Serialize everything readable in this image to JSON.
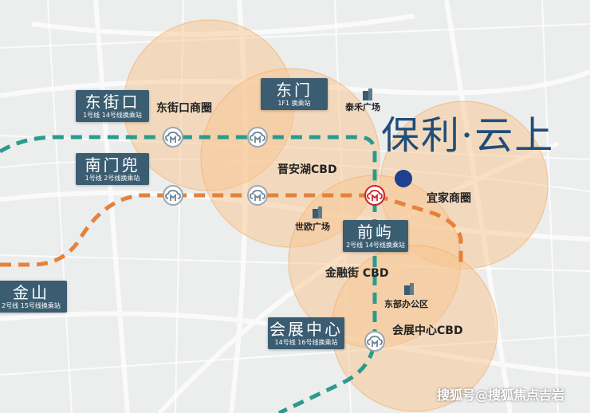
{
  "brand": {
    "title": "保利·云上"
  },
  "colors": {
    "teal_line": "#2a9b8e",
    "orange_line": "#e4823b",
    "station_box": "#3b5d72",
    "project_dot": "#1f3f8f",
    "circle_fill": "#f7c48c"
  },
  "stations": {
    "dongjiekou": {
      "name": "东街口",
      "sub": "1号线 14号线换乘站"
    },
    "dongmen": {
      "name": "东门",
      "sub": "1F1 换乘站"
    },
    "nanmendou": {
      "name": "南门兜",
      "sub": "1号线 2号线换乘站"
    },
    "qianyu": {
      "name": "前屿",
      "sub": "2号线 14号线换乘站"
    },
    "huizhan": {
      "name": "会展中心",
      "sub": "14号线 16号线换乘站"
    },
    "jinshan": {
      "name": "金山",
      "sub": "2号线 15号线换乘站"
    }
  },
  "labels": {
    "dongjiekou_circle": "东街口商圈",
    "taihe": "泰禾广场",
    "jinanhu": "晋安湖CBD",
    "yijia": "宜家商圈",
    "shiou": "世欧广场",
    "jinrong": "金融街  CBD",
    "dongbu": "东部办公区",
    "huizhan_cbd": "会展中心CBD"
  },
  "watermark": "搜狐号@搜狐焦点吉岩"
}
